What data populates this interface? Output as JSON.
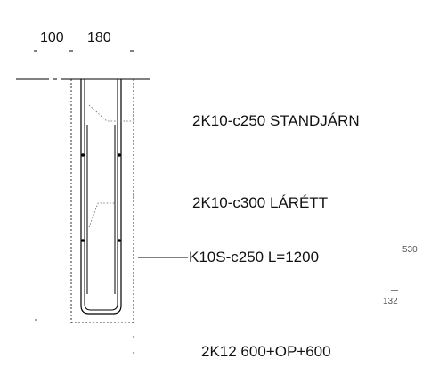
{
  "dimensions": {
    "left": "100",
    "right": "180"
  },
  "labels": {
    "vertical_bars": "2K10-c250 STANDJÁRN",
    "horizontal_bars": "2K10-c300 LÁRÉTT",
    "stirrups": "K10S-c250 L=1200",
    "bottom_bars": "2K12 600+OP+600"
  },
  "side_values": {
    "upper": "530",
    "lower": "132"
  },
  "colors": {
    "line": "#000000",
    "faint": "#888888"
  }
}
